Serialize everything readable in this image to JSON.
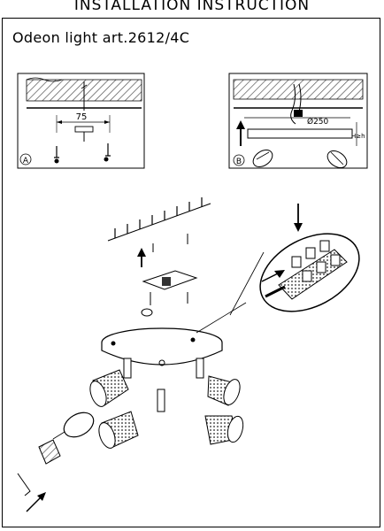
{
  "header": {
    "title": "INSTALLATION  INSTRUCTION",
    "product": "Odeon light art.2612/4C"
  },
  "step_a": {
    "letter": "A",
    "dimension": "75"
  },
  "step_b": {
    "letter": "B",
    "diameter": "Ø250",
    "height_label": "H≥h"
  }
}
